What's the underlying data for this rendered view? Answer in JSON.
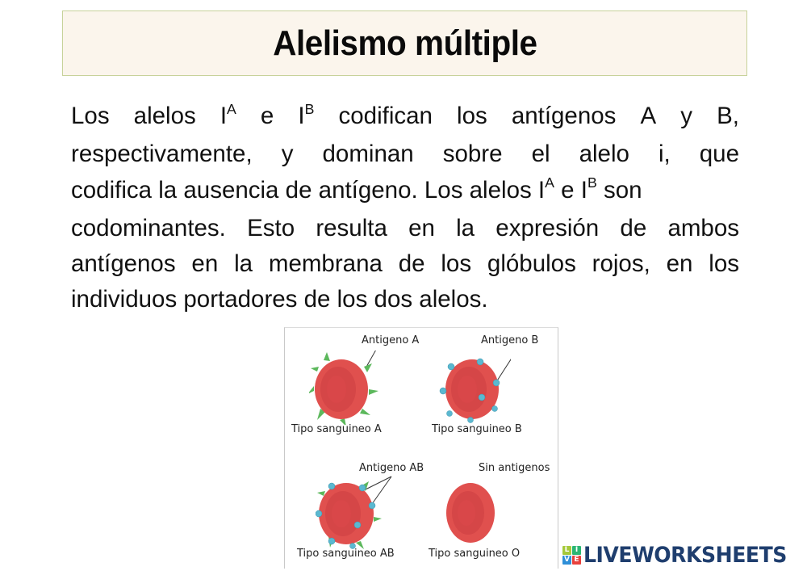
{
  "title": "Alelismo múltiple",
  "paragraph": {
    "lines": [
      {
        "parts": [
          "Los",
          "alelos",
          "I",
          "A",
          "e",
          "I",
          "B",
          "codifican",
          "los",
          "antígenos",
          "A",
          "y",
          "B,"
        ]
      },
      {
        "text": "respectivamente, y dominan sobre el alelo i, que"
      },
      {
        "pre": "codifica la ausencia de antígeno. Los alelos I",
        "sup1": "A",
        "mid": " e I",
        "sup2": "B",
        "post": " son"
      },
      {
        "text": "codominantes. Esto resulta en la expresión de ambos"
      },
      {
        "text": "antígenos en la membrana de los glóbulos rojos, en los"
      },
      {
        "text": "individuos portadores de los dos alelos."
      }
    ]
  },
  "figure": {
    "panels": [
      {
        "caption": "Tipo sanguíneo A",
        "label": "Antígeno A",
        "antigen": "A"
      },
      {
        "caption": "Tipo sanguíneo B",
        "label": "Antígeno B",
        "antigen": "B"
      },
      {
        "caption": "Tipo sanguíneo AB",
        "label": "Antígeno AB",
        "antigen": "AB"
      },
      {
        "caption": "Tipo sanguíneo O",
        "label": "Sin antígenos",
        "antigen": "none"
      }
    ],
    "display_text": {
      "label_a": "Antigeno A",
      "label_b": "Antigeno B",
      "label_ab": "Antigeno AB",
      "label_o": "Sin antigenos",
      "caption_a": "Tipo sanguineo A",
      "caption_b": "Tipo sanguineo B",
      "caption_ab": "Tipo sanguineo AB",
      "caption_o": "Tipo sanguineo O"
    },
    "colors": {
      "cell": "#e0504e",
      "cell_dark": "#b8323a",
      "antigen_a": "#5cb85c",
      "antigen_b": "#5bb8d0"
    }
  },
  "watermark": {
    "brand": "LIVEWORKSHEETS",
    "squares": [
      {
        "letter": "L",
        "color": "#a6c93a"
      },
      {
        "letter": "I",
        "color": "#2bb673"
      },
      {
        "letter": "V",
        "color": "#2f8fd8"
      },
      {
        "letter": "E",
        "color": "#e8413c"
      }
    ],
    "text_color": "#1f3e6e"
  }
}
